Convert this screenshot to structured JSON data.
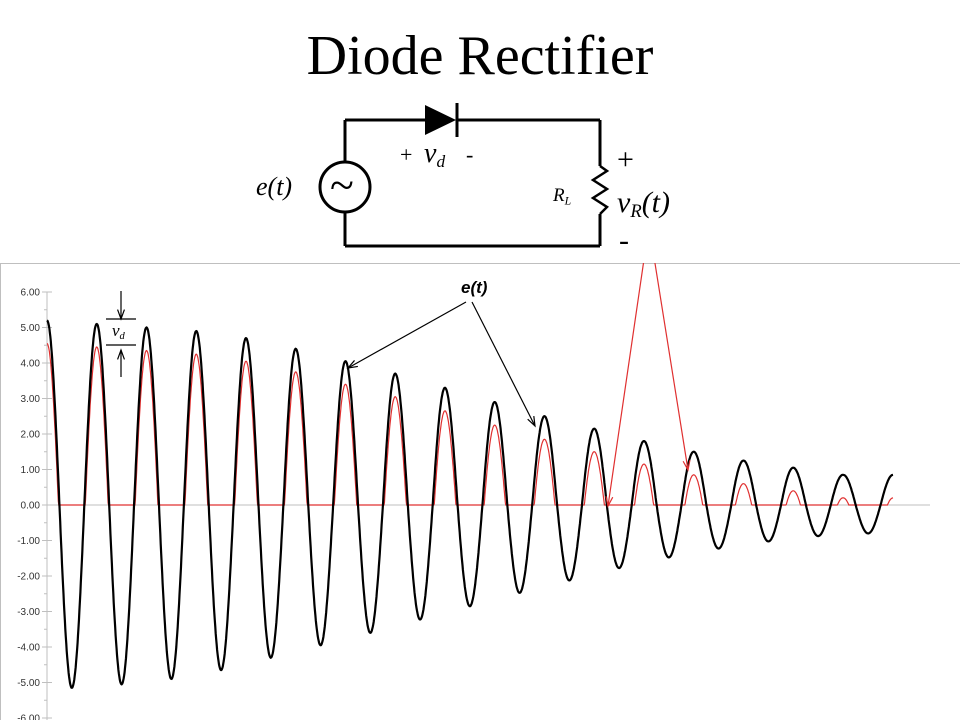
{
  "slide": {
    "title": "Diode Rectifier"
  },
  "circuit": {
    "source_label": "e(t)",
    "source_symbol": "~",
    "diode_plus": "+",
    "diode_minus": "-",
    "diode_voltage": {
      "base": "v",
      "sub": "d"
    },
    "resistor": {
      "base": "R",
      "sub": "L"
    },
    "load_plus": "+",
    "load_minus": "-",
    "load_voltage": {
      "base": "v",
      "sub": "R",
      "suffix": "(t)"
    }
  },
  "annotations": {
    "source_curve_label": "e(t)",
    "drop_label": {
      "base": "v",
      "sub": "d"
    }
  },
  "chart_data": {
    "type": "line",
    "ylim": [
      -6,
      6
    ],
    "ytick_labels": [
      "6.00",
      "5.00",
      "4.00",
      "3.00",
      "2.00",
      "1.00",
      "0.00",
      "-1.00",
      "-2.00",
      "-3.00",
      "-4.00",
      "-5.00",
      "-6.00"
    ],
    "cycles": 17,
    "xlim": [
      0,
      17
    ],
    "e_t_peaks": [
      5.2,
      5.1,
      5.0,
      4.9,
      4.7,
      4.4,
      4.05,
      3.7,
      3.3,
      2.9,
      2.5,
      2.15,
      1.8,
      1.5,
      1.25,
      1.05,
      0.85
    ],
    "e_t_troughs": [
      -5.2,
      -5.1,
      -5.0,
      -4.8,
      -4.5,
      -4.1,
      -3.8,
      -3.4,
      -3.05,
      -2.65,
      -2.3,
      -1.95,
      -1.6,
      -1.35,
      -1.1,
      -0.95,
      -0.8
    ],
    "diode_drop": 0.65,
    "series": [
      {
        "name": "e(t)",
        "color": "#000000"
      },
      {
        "name": "vR(t)",
        "color": "#e03030"
      }
    ],
    "axis_color": "#bfbfbf"
  },
  "colors": {
    "wire": "#000000",
    "arrow": "#e03030"
  }
}
